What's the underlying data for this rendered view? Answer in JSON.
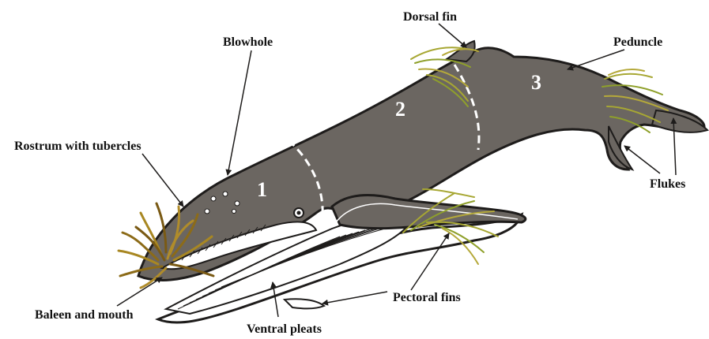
{
  "labels": {
    "dorsal_fin": "Dorsal fin",
    "blowhole": "Blowhole",
    "peduncle": "Peduncle",
    "rostrum": "Rostrum with tubercles",
    "flukes": "Flukes",
    "baleen": "Baleen and mouth",
    "pectoral": "Pectoral fins",
    "ventral": "Ventral pleats"
  },
  "sections": {
    "s1": "1",
    "s2": "2",
    "s3": "3"
  },
  "colors": {
    "body": "#6b6661",
    "outline": "#1e1c1b",
    "belly": "#ffffff",
    "algae": "#a7a733",
    "section_line": "#ffffff"
  }
}
